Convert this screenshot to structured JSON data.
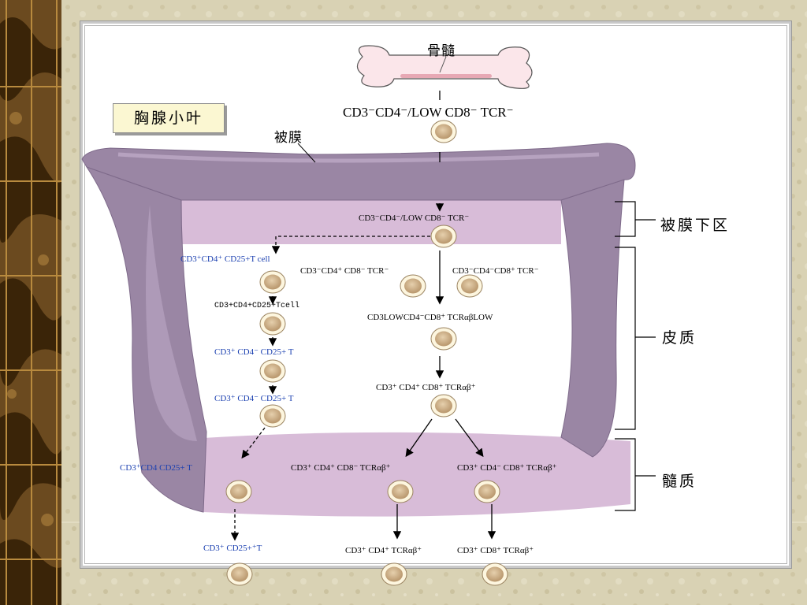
{
  "labels": {
    "bone": "骨髓",
    "thymic_lobule": "胸腺小叶",
    "capsule": "被膜",
    "subcapsular_zone": "被膜下区",
    "cortex": "皮质",
    "medulla": "髓质"
  },
  "cells": {
    "entry": "CD3⁻CD4⁻/LOW CD8⁻ TCR⁻",
    "subcap": "CD3⁻CD4⁻/LOW CD8⁻ TCR⁻",
    "treg_1": "CD3⁺CD4⁺ CD25+T cell",
    "treg_2": "CD3+CD4+CD25+Tcell",
    "treg_3": "CD3⁺ CD4⁻ CD25+ T",
    "treg_4": "CD3⁺ CD4⁻ CD25+  T",
    "treg_5": "CD3⁺CD4  CD25+  T",
    "cd4_single": "CD3⁻CD4⁺ CD8⁻ TCR⁻",
    "cd8_single": "CD3⁻CD4⁻CD8⁺ TCR⁻",
    "cortex_low": "CD3LOWCD4⁻CD8⁺ TCRαβLOW",
    "double_pos": "CD3⁺ CD4⁺ CD8⁺ TCRαβ⁺",
    "medulla_cd4": "CD3⁺ CD4⁺ CD8⁻ TCRαβ⁺",
    "medulla_cd8": "CD3⁺ CD4⁻ CD8⁺ TCRαβ⁺",
    "exit_treg": "CD3⁺ CD25+⁺T",
    "exit_cd4": "CD3⁺ CD4⁺ TCRαβ⁺",
    "exit_cd8": "CD3⁺ CD8⁺ TCRαβ⁺"
  },
  "colors": {
    "capsule": "#9a86a4",
    "capsule_dark": "#7e6a8a",
    "zone_fill": "#d8bcd8",
    "cell_outer": "#fdf6df",
    "cell_inner": "#c7aa86",
    "blue_text": "#1a3fb0",
    "title_box": "#fbf7d2"
  }
}
